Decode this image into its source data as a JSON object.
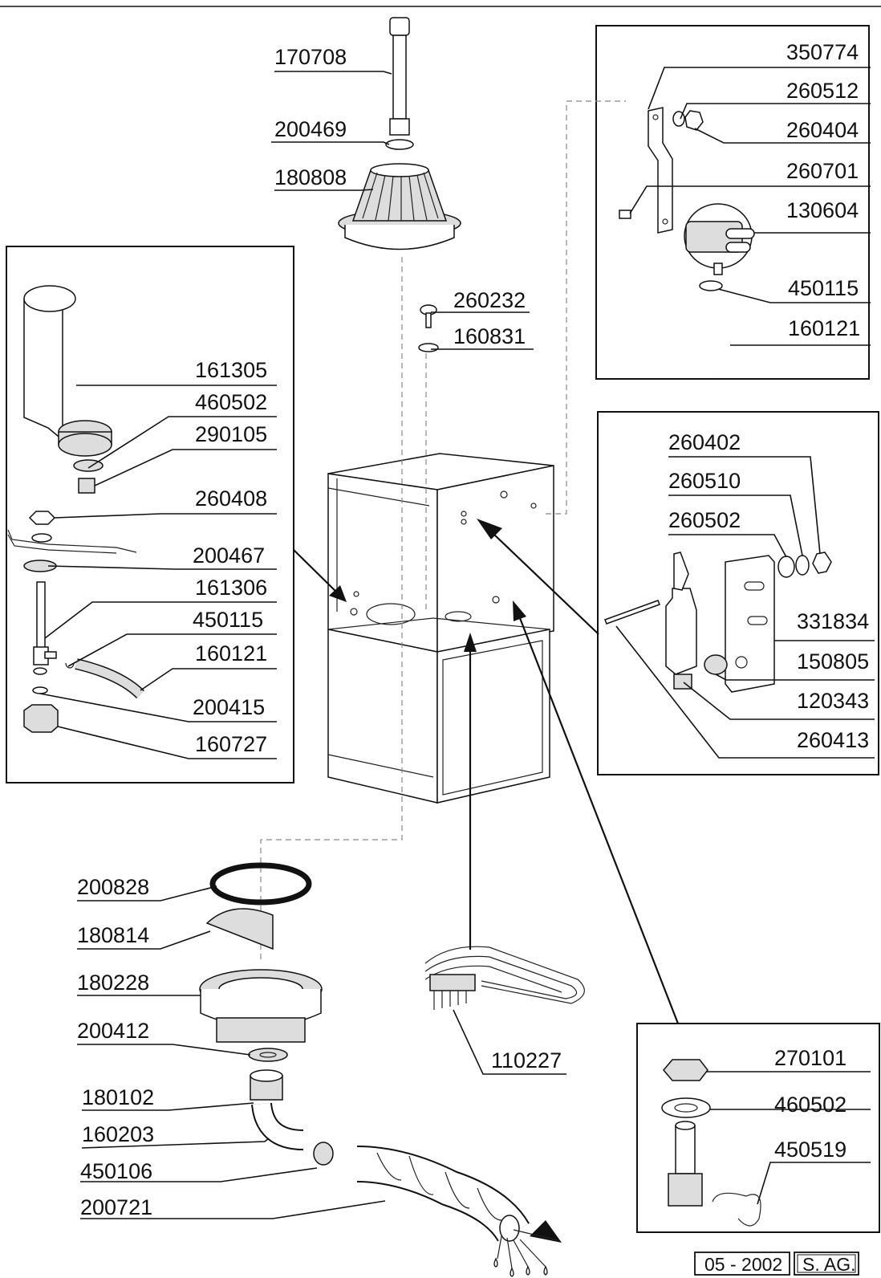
{
  "parts": {
    "p170708": "170708",
    "p200469": "200469",
    "p180808": "180808",
    "p260232": "260232",
    "p160831": "160831",
    "p350774": "350774",
    "p260512": "260512",
    "p260404": "260404",
    "p260701": "260701",
    "p130604": "130604",
    "p450115a": "450115",
    "p160121a": "160121",
    "p161305": "161305",
    "p460502a": "460502",
    "p290105": "290105",
    "p260408": "260408",
    "p200467": "200467",
    "p161306": "161306",
    "p450115b": "450115",
    "p160121b": "160121",
    "p200415": "200415",
    "p160727": "160727",
    "p260402": "260402",
    "p260510": "260510",
    "p260502": "260502",
    "p331834": "331834",
    "p150805": "150805",
    "p120343": "120343",
    "p260413": "260413",
    "p200828": "200828",
    "p180814": "180814",
    "p180228": "180228",
    "p200412": "200412",
    "p180102": "180102",
    "p160203": "160203",
    "p450106": "450106",
    "p200721": "200721",
    "p110227": "110227",
    "p270101": "270101",
    "p460502b": "460502",
    "p450519": "450519"
  },
  "footer": {
    "date": "05 - 2002",
    "author": "S. AG."
  }
}
